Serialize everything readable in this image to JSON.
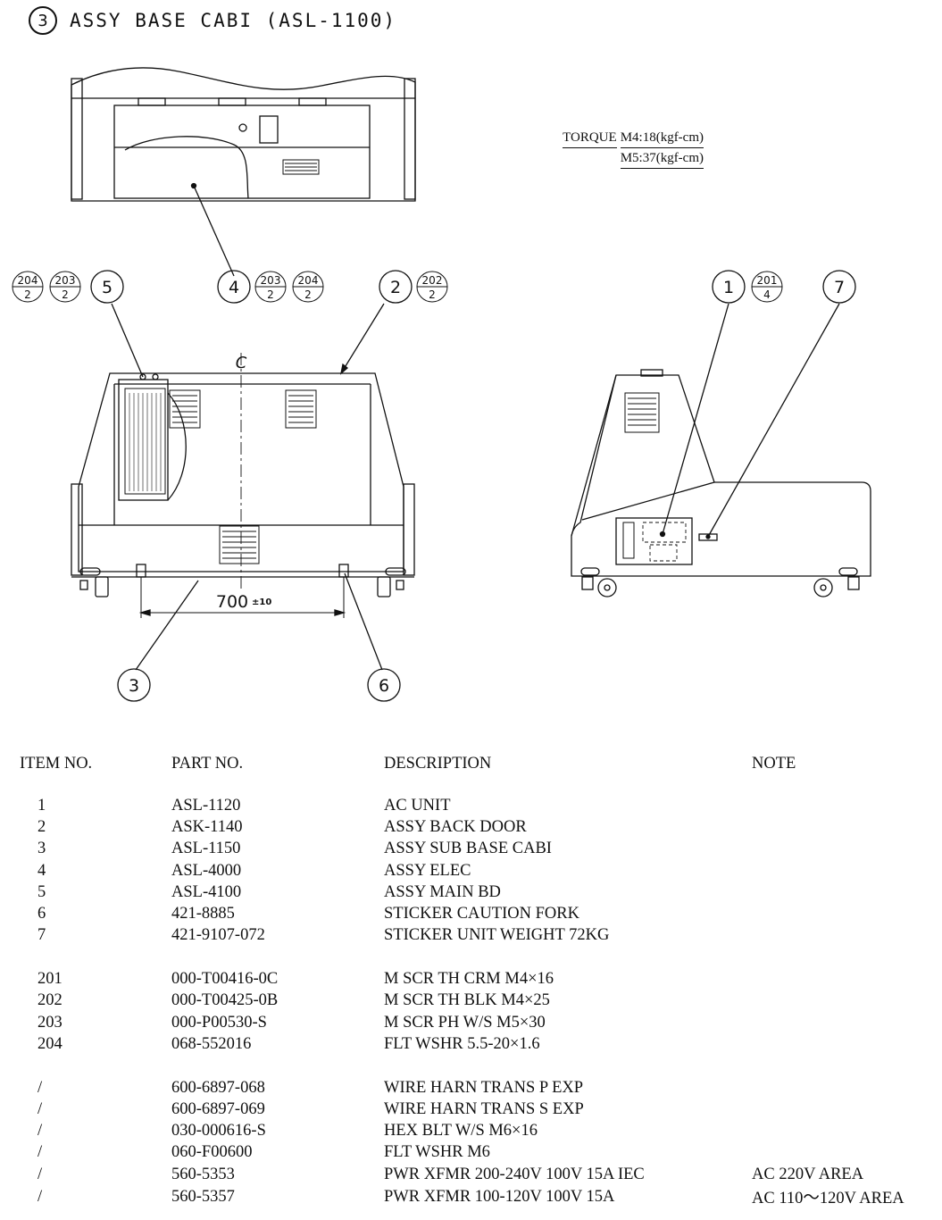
{
  "title": {
    "number": "3",
    "text": "ASSY BASE CABI (ASL-1100)"
  },
  "torque": {
    "label": "TORQUE",
    "line1": "M4:18(kgf-cm)",
    "line2": "M5:37(kgf-cm)"
  },
  "callouts": {
    "c1": "1",
    "c2": "2",
    "c3": "3",
    "c4": "4",
    "c5": "5",
    "c6": "6",
    "c7": "7",
    "f204a": {
      "top": "204",
      "bottom": "2"
    },
    "f203a": {
      "top": "203",
      "bottom": "2"
    },
    "f203b": {
      "top": "203",
      "bottom": "2"
    },
    "f204b": {
      "top": "204",
      "bottom": "2"
    },
    "f202": {
      "top": "202",
      "bottom": "2"
    },
    "f201": {
      "top": "201",
      "bottom": "4"
    }
  },
  "centerline_mark": "C",
  "dimension": {
    "value": "700",
    "tolerance": "±10"
  },
  "table": {
    "headers": {
      "item": "ITEM NO.",
      "part": "PART NO.",
      "desc": "DESCRIPTION",
      "note": "NOTE"
    },
    "group1": [
      {
        "item": "1",
        "part": "ASL-1120",
        "desc": "AC UNIT",
        "note": ""
      },
      {
        "item": "2",
        "part": "ASK-1140",
        "desc": "ASSY BACK DOOR",
        "note": ""
      },
      {
        "item": "3",
        "part": "ASL-1150",
        "desc": "ASSY SUB BASE CABI",
        "note": ""
      },
      {
        "item": "4",
        "part": "ASL-4000",
        "desc": "ASSY ELEC",
        "note": ""
      },
      {
        "item": "5",
        "part": "ASL-4100",
        "desc": "ASSY MAIN BD",
        "note": ""
      },
      {
        "item": "6",
        "part": "421-8885",
        "desc": "STICKER CAUTION FORK",
        "note": ""
      },
      {
        "item": "7",
        "part": "421-9107-072",
        "desc": "STICKER UNIT WEIGHT 72KG",
        "note": ""
      }
    ],
    "group2": [
      {
        "item": "201",
        "part": "000-T00416-0C",
        "desc": "M SCR TH CRM M4×16",
        "note": ""
      },
      {
        "item": "202",
        "part": "000-T00425-0B",
        "desc": "M SCR TH BLK M4×25",
        "note": ""
      },
      {
        "item": "203",
        "part": "000-P00530-S",
        "desc": "M SCR PH W/S M5×30",
        "note": ""
      },
      {
        "item": "204",
        "part": "068-552016",
        "desc": "FLT WSHR 5.5-20×1.6",
        "note": ""
      }
    ],
    "group3": [
      {
        "item": "/",
        "part": "600-6897-068",
        "desc": "WIRE HARN TRANS P EXP",
        "note": ""
      },
      {
        "item": "/",
        "part": "600-6897-069",
        "desc": "WIRE HARN TRANS S EXP",
        "note": ""
      },
      {
        "item": "/",
        "part": "030-000616-S",
        "desc": "HEX BLT W/S M6×16",
        "note": ""
      },
      {
        "item": "/",
        "part": "060-F00600",
        "desc": "FLT WSHR M6",
        "note": ""
      },
      {
        "item": "/",
        "part": "560-5353",
        "desc": "PWR XFMR 200-240V 100V 15A IEC",
        "note": "AC 220V AREA"
      },
      {
        "item": "/",
        "part": "560-5357",
        "desc": "PWR XFMR 100-120V 100V 15A",
        "note": "AC 110〜120V AREA"
      }
    ]
  }
}
